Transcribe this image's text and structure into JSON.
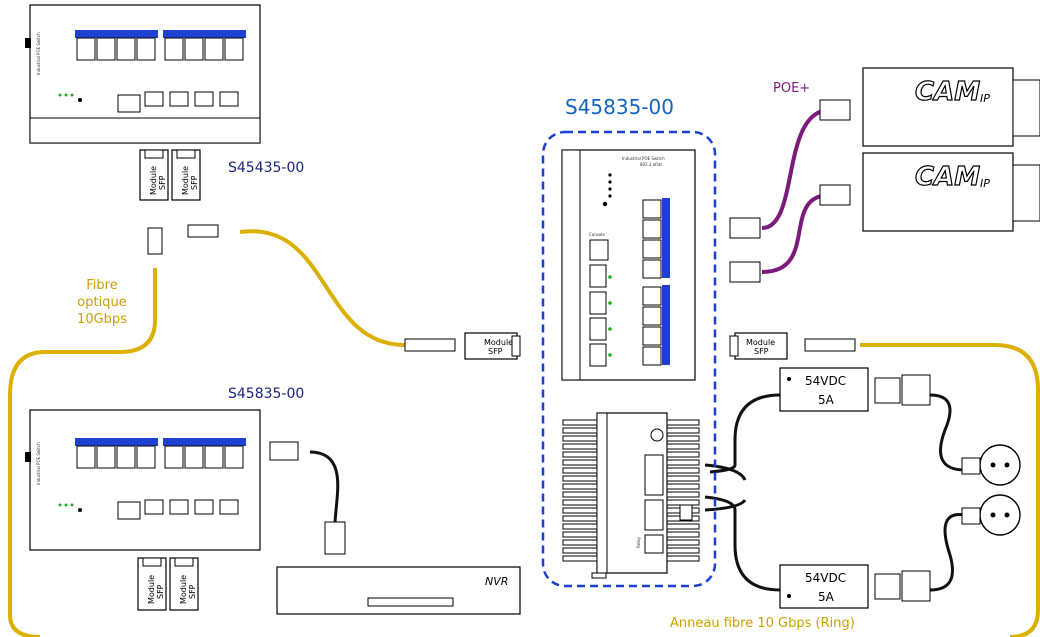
{
  "labels": {
    "switch_top_model": "S45435-00",
    "switch_main_model": "S45835-00",
    "switch_bottom_model": "S45835-00",
    "fibre_label_line1": "Fibre",
    "fibre_label_line2": "optique",
    "fibre_label_line3": "10Gbps",
    "poe_label": "POE+",
    "ring_label": "Anneau fibre 10 Gbps (Ring)",
    "cam_label_main": "CAM",
    "cam_label_sub": "IP",
    "nvr_label": "NVR",
    "sfp_line1": "Module",
    "sfp_line2": "SFP",
    "psu_voltage": "54VDC",
    "psu_current": "5A",
    "switch_title_line1": "Industrial POE Switch",
    "switch_title_line2": "802.3 af/at",
    "relay_label": "Relay",
    "console_label": "Console"
  },
  "colors": {
    "fiber": "#dcb000",
    "poe": "#7b1a7b",
    "port_accent": "#1e40d0",
    "dashed_border": "#1e40d0"
  }
}
